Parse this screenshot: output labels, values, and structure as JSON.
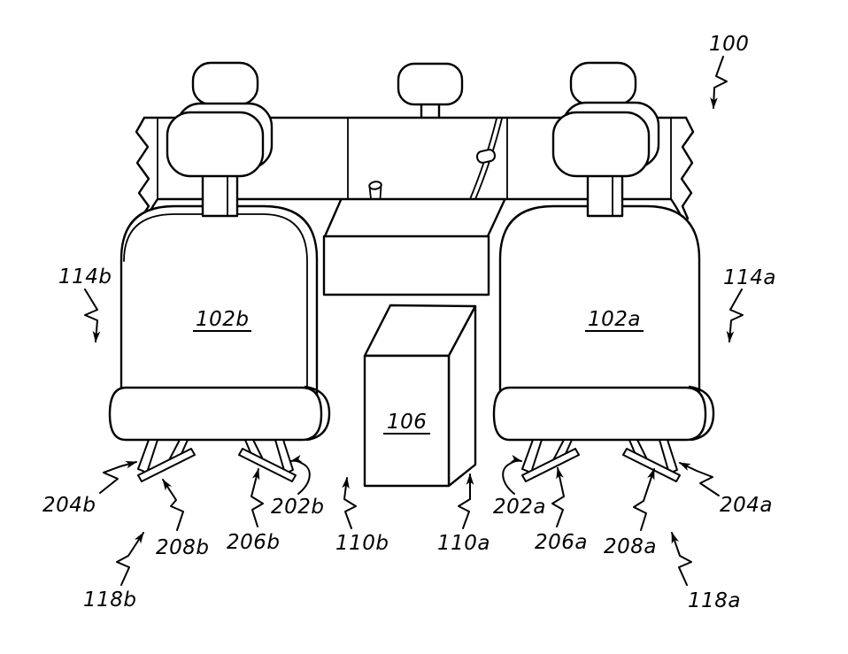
{
  "figure": {
    "type": "patent-line-drawing",
    "description": "vehicle-seating-arrangement-figure",
    "background_color": "#ffffff",
    "line_color": "#000000",
    "labels": {
      "r100": "100",
      "r114b": "114b",
      "r114a": "114a",
      "r102b": "102b",
      "r102a": "102a",
      "r106": "106",
      "r204b": "204b",
      "r202b": "202b",
      "r208b": "208b",
      "r206b": "206b",
      "r110b": "110b",
      "r110a": "110a",
      "r202a": "202a",
      "r206a": "206a",
      "r208a": "208a",
      "r204a": "204a",
      "r118b": "118b",
      "r118a": "118a"
    }
  }
}
